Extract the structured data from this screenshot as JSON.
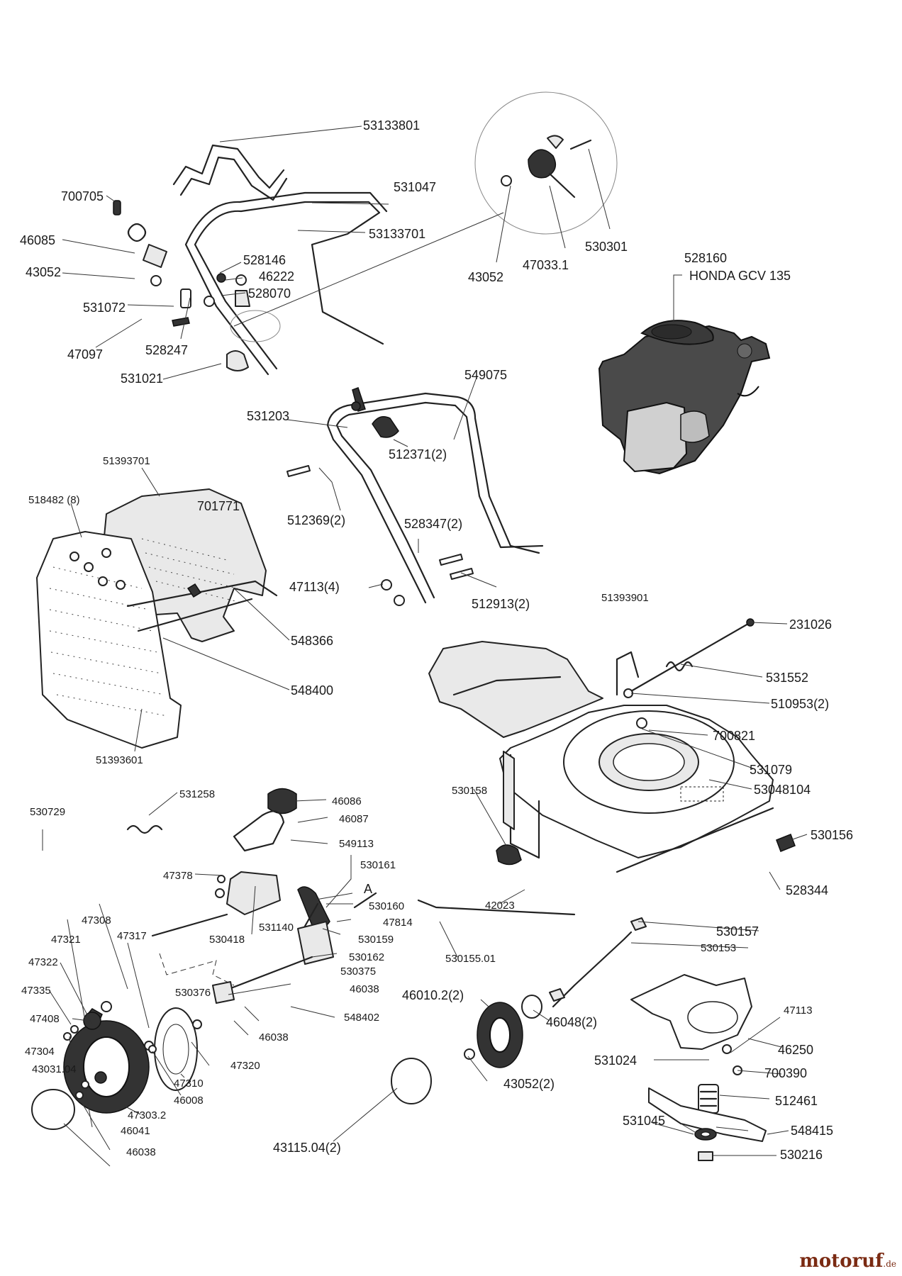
{
  "parts": {
    "p53133801": "53133801",
    "p700705": "700705",
    "p531047": "531047",
    "p46085": "46085",
    "p53133701": "53133701",
    "p43052_a": "43052",
    "p528146": "528146",
    "p46222": "46222",
    "p528070": "528070",
    "p531072": "531072",
    "p47097": "47097",
    "p528247": "528247",
    "p531021": "531021",
    "p43052_b": "43052",
    "p47033_1": "47033.1",
    "p530301": "530301",
    "p528160": "528160",
    "engine_model": "HONDA GCV 135",
    "p549075": "549075",
    "p531203": "531203",
    "p512371_2": "512371(2)",
    "p51393701": "51393701",
    "p518482_8": "518482 (8)",
    "p701771": "701771",
    "p512369_2": "512369(2)",
    "p528347_2": "528347(2)",
    "p47113_4": "47113(4)",
    "p512913_2": "512913(2)",
    "p548366": "548366",
    "p548400": "548400",
    "p51393601": "51393601",
    "p51393901": "51393901",
    "p231026": "231026",
    "p531552": "531552",
    "p510953_2": "510953(2)",
    "p700821": "700821",
    "p531079": "531079",
    "p53048104": "53048104",
    "p530158": "530158",
    "p530156": "530156",
    "p528344": "528344",
    "p42023": "42023",
    "p530157": "530157",
    "p530153": "530153",
    "p530155_01": "530155.01",
    "p530729": "530729",
    "p531258": "531258",
    "p46086": "46086",
    "p46087": "46087",
    "p549113": "549113",
    "p530161": "530161",
    "p47378": "47378",
    "mark_A": "A",
    "p530160": "530160",
    "p47814": "47814",
    "p531140": "531140",
    "p530159": "530159",
    "p530418": "530418",
    "p530162": "530162",
    "p530375": "530375",
    "p46038_a": "46038",
    "p47308": "47308",
    "p47321": "47321",
    "p47317": "47317",
    "p47322": "47322",
    "p47335": "47335",
    "p530376": "530376",
    "p548402": "548402",
    "p46038_b": "46038",
    "p47408": "47408",
    "p47304": "47304",
    "p47320": "47320",
    "p43031_04": "43031.04",
    "p47310": "47310",
    "p46008": "46008",
    "p47303_2": "47303.2",
    "p46041": "46041",
    "p46038_c": "46038",
    "p43115_04_2": "43115.04(2)",
    "p46010_2_2": "46010.2(2)",
    "p46048_2": "46048(2)",
    "p43052_2": "43052(2)",
    "p47113": "47113",
    "p46250": "46250",
    "p531024": "531024",
    "p700390": "700390",
    "p512461": "512461",
    "p531045": "531045",
    "p548415": "548415",
    "p530216": "530216"
  },
  "brand": {
    "name": "motoruf",
    "suffix": ".de"
  }
}
